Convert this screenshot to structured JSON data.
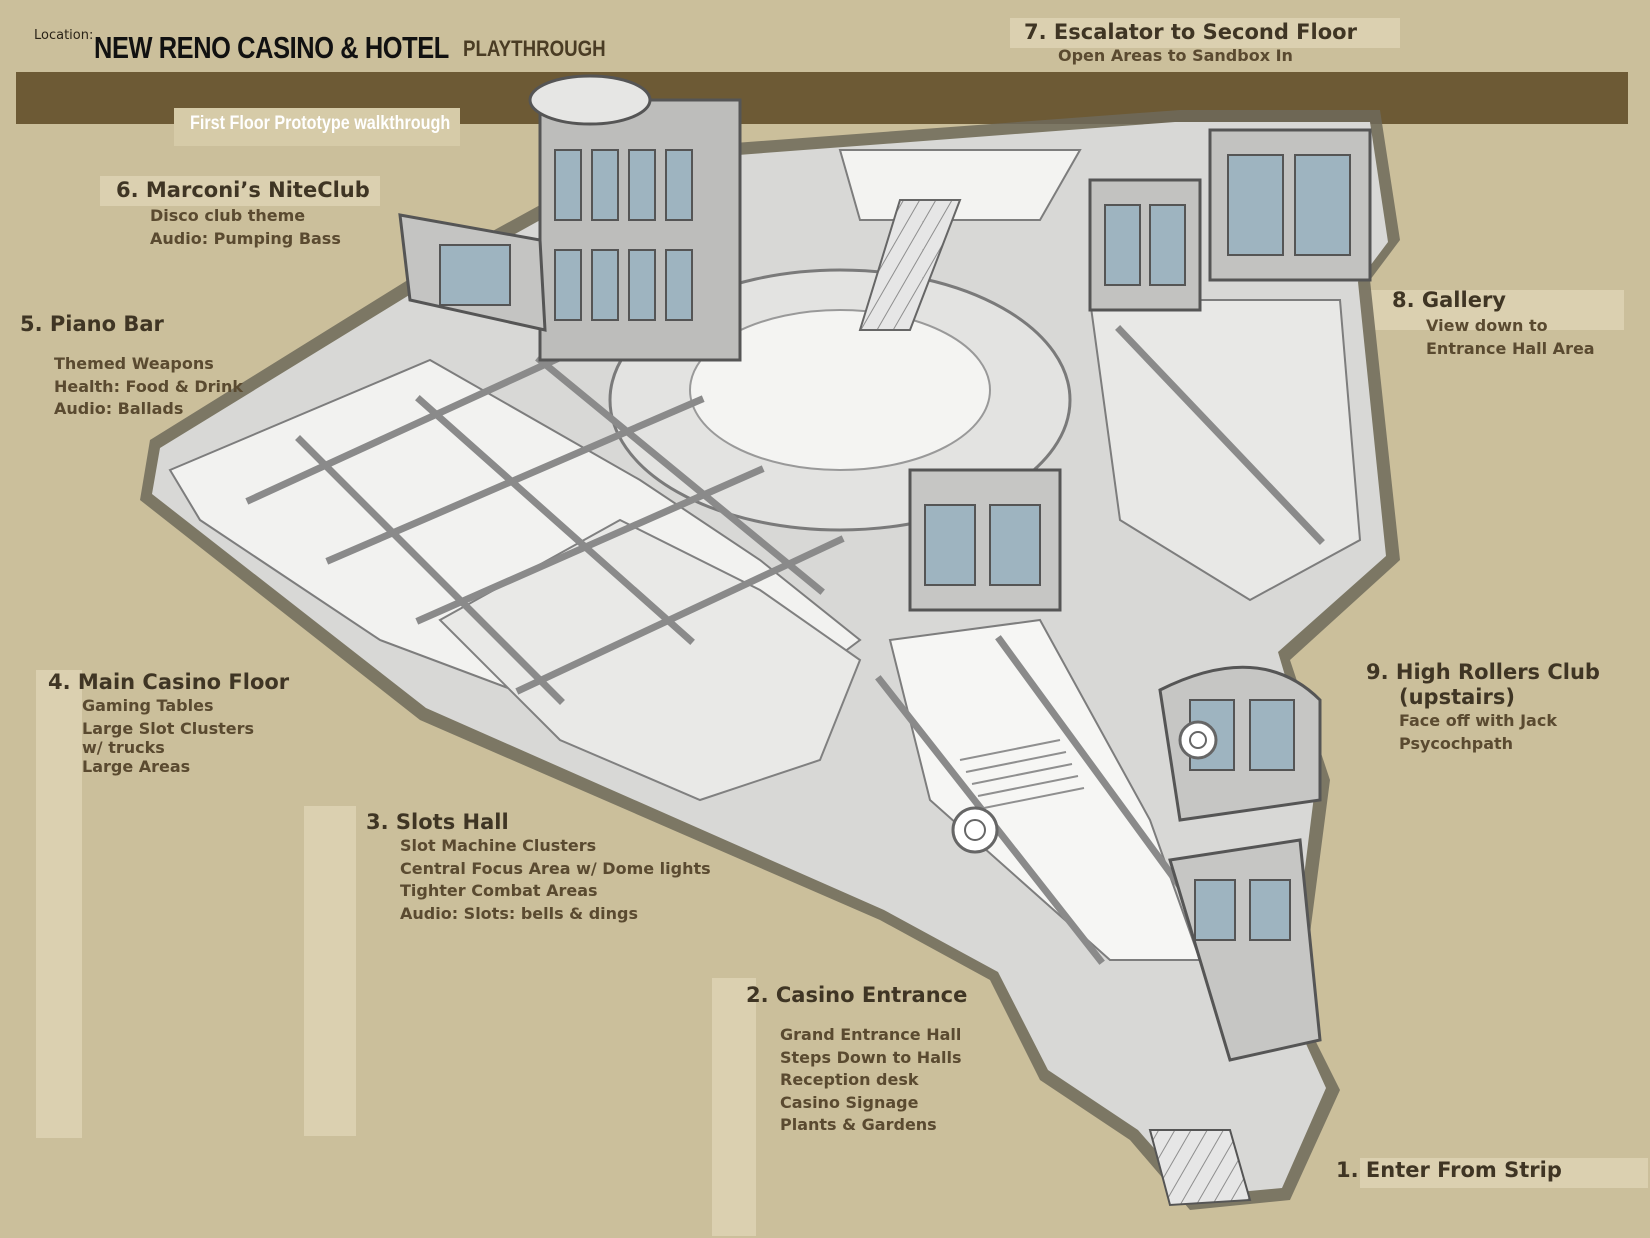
{
  "header": {
    "location_label": "Location:",
    "title": "NEW RENO CASINO & HOTEL",
    "title_suffix": "PLAYTHROUGH",
    "subtitle": "First Floor Prototype walkthrough"
  },
  "callouts": [
    {
      "id": "7",
      "title": "7. Escalator to Second Floor",
      "lines": [
        "Open Areas to Sandbox In"
      ]
    },
    {
      "id": "6",
      "title": "6. Marconi’s NiteClub",
      "lines": [
        "Disco club theme",
        "Audio: Pumping Bass"
      ]
    },
    {
      "id": "5",
      "title": "5. Piano Bar",
      "lines": [
        "Themed Weapons",
        "Health: Food & Drink",
        "Audio: Ballads"
      ]
    },
    {
      "id": "8",
      "title": "8. Gallery",
      "lines": [
        "View down to",
        "Entrance Hall Area"
      ]
    },
    {
      "id": "4",
      "title": "4. Main Casino Floor",
      "lines": [
        "Gaming Tables",
        "Large Slot Clusters",
        "w/ trucks",
        "Large Areas"
      ]
    },
    {
      "id": "9",
      "title": "9. High Rollers Club",
      "title_line2": "(upstairs)",
      "lines": [
        "Face off with Jack",
        "Psycochpath"
      ]
    },
    {
      "id": "3",
      "title": "3. Slots Hall",
      "lines": [
        "Slot Machine Clusters",
        "Central Focus Area w/ Dome lights",
        "Tighter Combat Areas",
        "Audio: Slots: bells & dings"
      ]
    },
    {
      "id": "2",
      "title": "2. Casino Entrance",
      "lines": [
        "Grand Entrance Hall",
        "Steps Down to Halls",
        "Reception desk",
        "Casino Signage",
        "Plants & Gardens"
      ]
    },
    {
      "id": "1",
      "title": "1. Enter From Strip",
      "lines": []
    }
  ],
  "colors": {
    "background": "#cbbf9b",
    "header_bar": "#6d5a35",
    "heading_text": "#3f3524",
    "body_text": "#5a4a30"
  }
}
